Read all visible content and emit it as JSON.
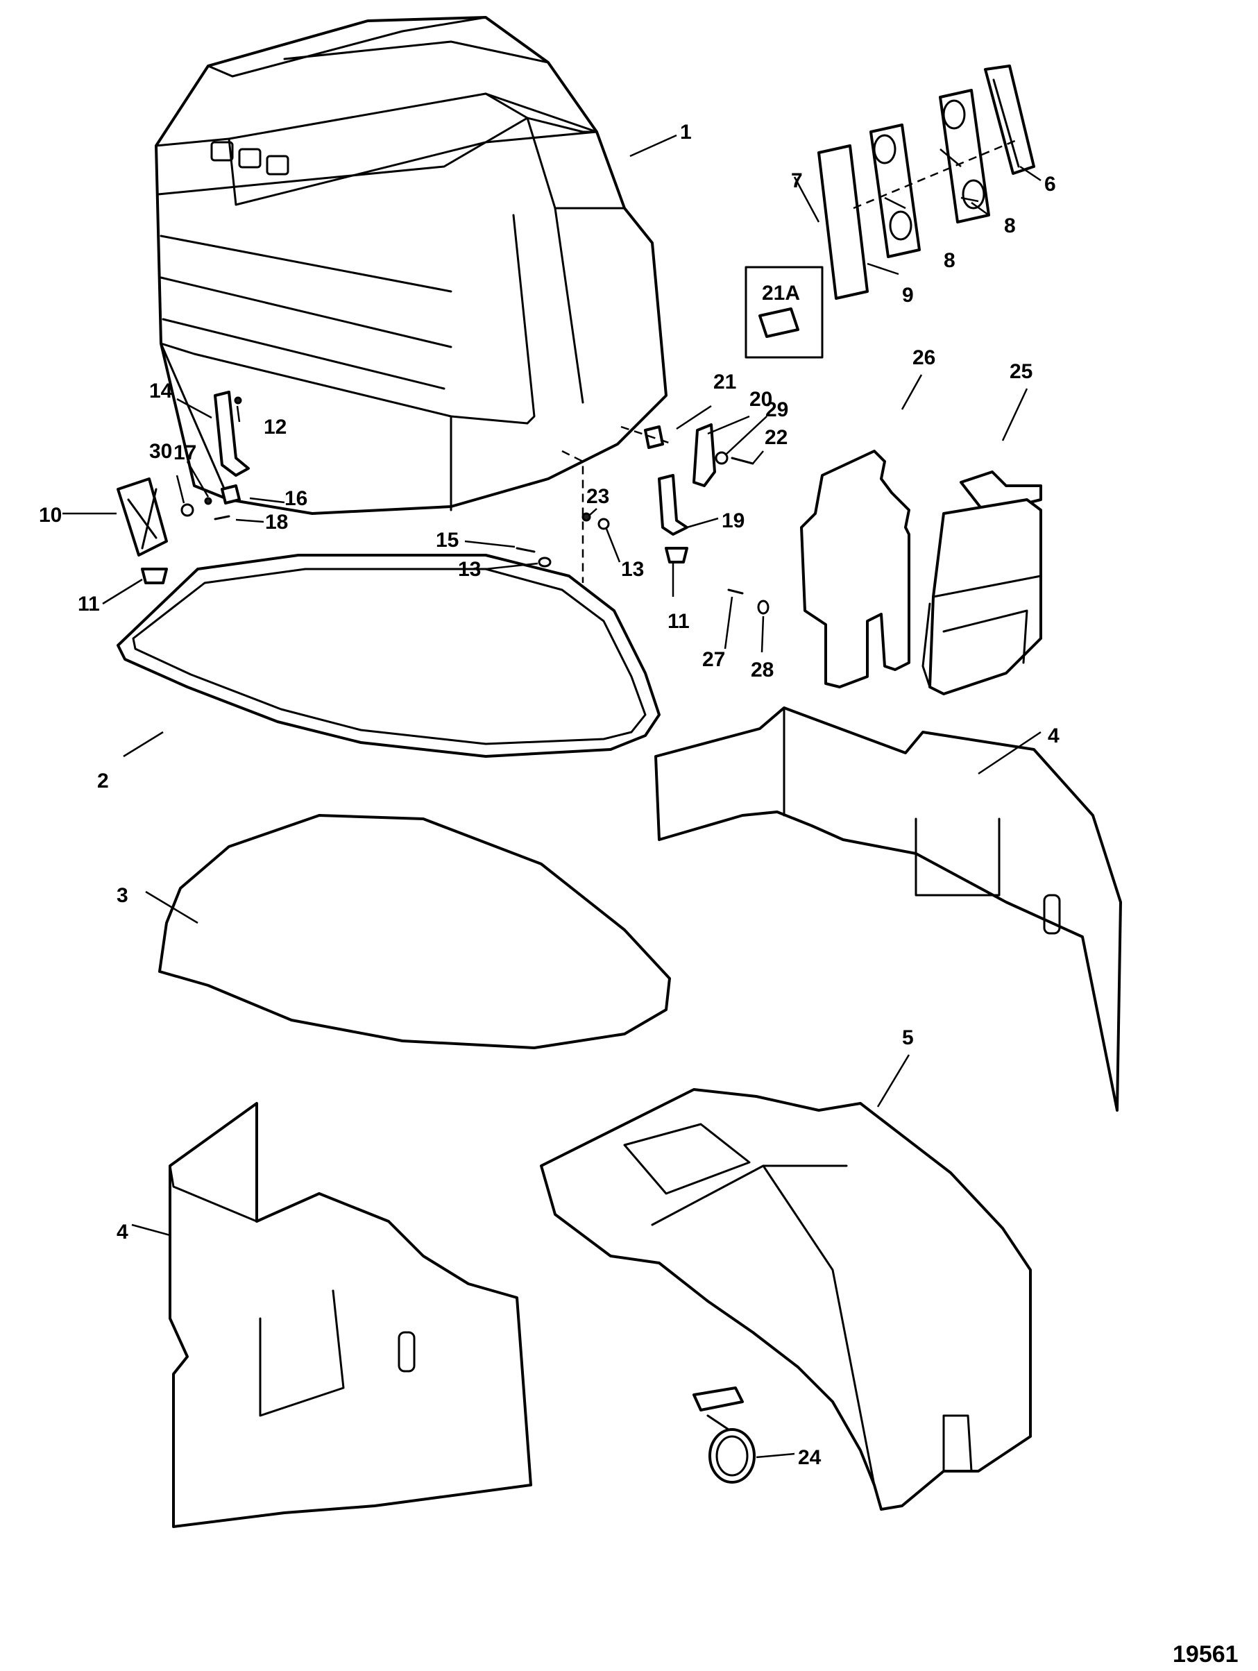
{
  "figure_number": "19561",
  "inset_label": "21A",
  "callouts": [
    "1",
    "2",
    "3",
    "4",
    "4",
    "5",
    "6",
    "7",
    "8",
    "8",
    "9",
    "10",
    "11",
    "11",
    "12",
    "13",
    "13",
    "14",
    "15",
    "16",
    "17",
    "18",
    "19",
    "20",
    "21",
    "22",
    "23",
    "24",
    "25",
    "26",
    "27",
    "28",
    "29",
    "30"
  ],
  "colors": {
    "line": "#000000",
    "background": "#ffffff"
  }
}
